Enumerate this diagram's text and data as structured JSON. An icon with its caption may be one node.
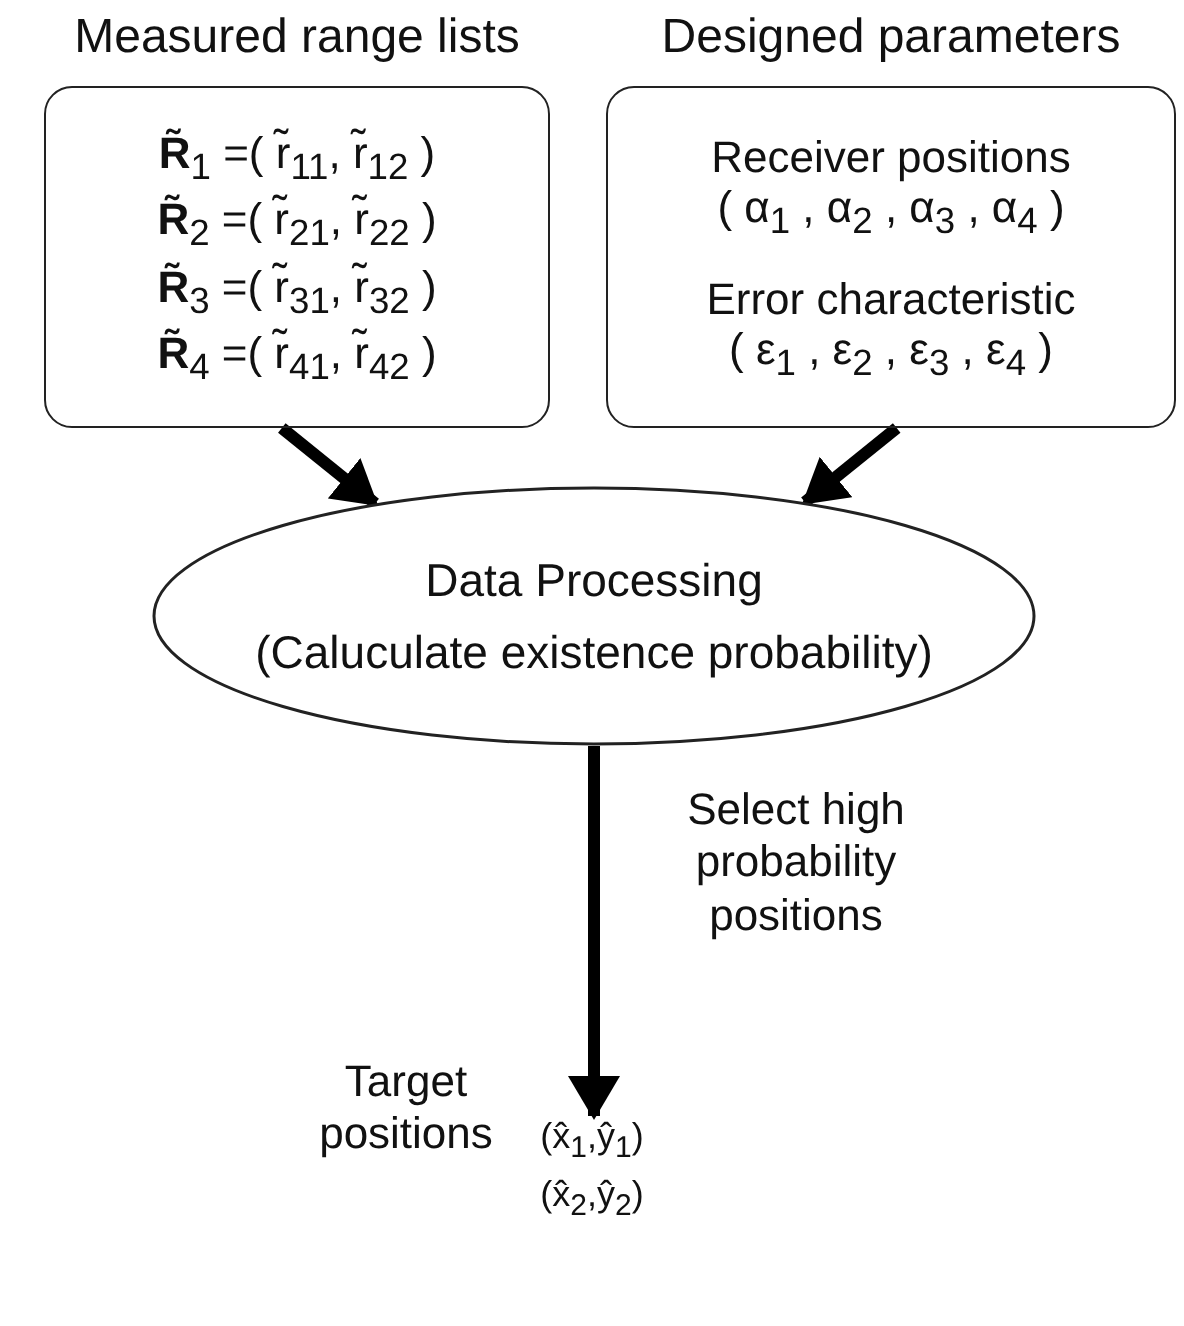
{
  "diagram": {
    "nodes": [
      {
        "text": [
          "Measured range lists",
          "**R̃**$_{1}$ =( r̃$_{11}$,  r̃$_{12}$ )",
          "**R̃**$_{2}$ =( r̃$_{21}$,  r̃$_{22}$ )",
          "**R̃**$_{3}$ =( r̃$_{31}$,  r̃$_{32}$ )",
          "**R̃**$_{4}$ =( r̃$_{41}$,  r̃$_{42}$ )"
        ]
      },
      {
        "text": [
          "Designed parameters",
          "Receiver positions",
          "( α$_{1}$ , α$_{2}$ , α$_{3}$ , α$_{4}$ )",
          "Error characteristic",
          "( ε$_{1}$ , ε$_{2}$ , ε$_{3}$ , ε$_{4}$ )"
        ]
      },
      {
        "text": [
          "Data Processing",
          "(Caluculate existence probability)"
        ]
      },
      {
        "text": [
          "(x̂$_{1}$,ŷ$_{1}$)",
          "(x̂$_{2}$,ŷ$_{2}$)"
        ],
        "beside": [
          "Target positions"
        ]
      }
    ],
    "edges": [
      {
        "from": 0,
        "to": 2,
        "arrow": "to"
      },
      {
        "from": 1,
        "to": 2,
        "arrow": "to"
      },
      {
        "from": 2,
        "to": 3,
        "arrow": "to",
        "label": "Select high probability positions"
      }
    ]
  }
}
